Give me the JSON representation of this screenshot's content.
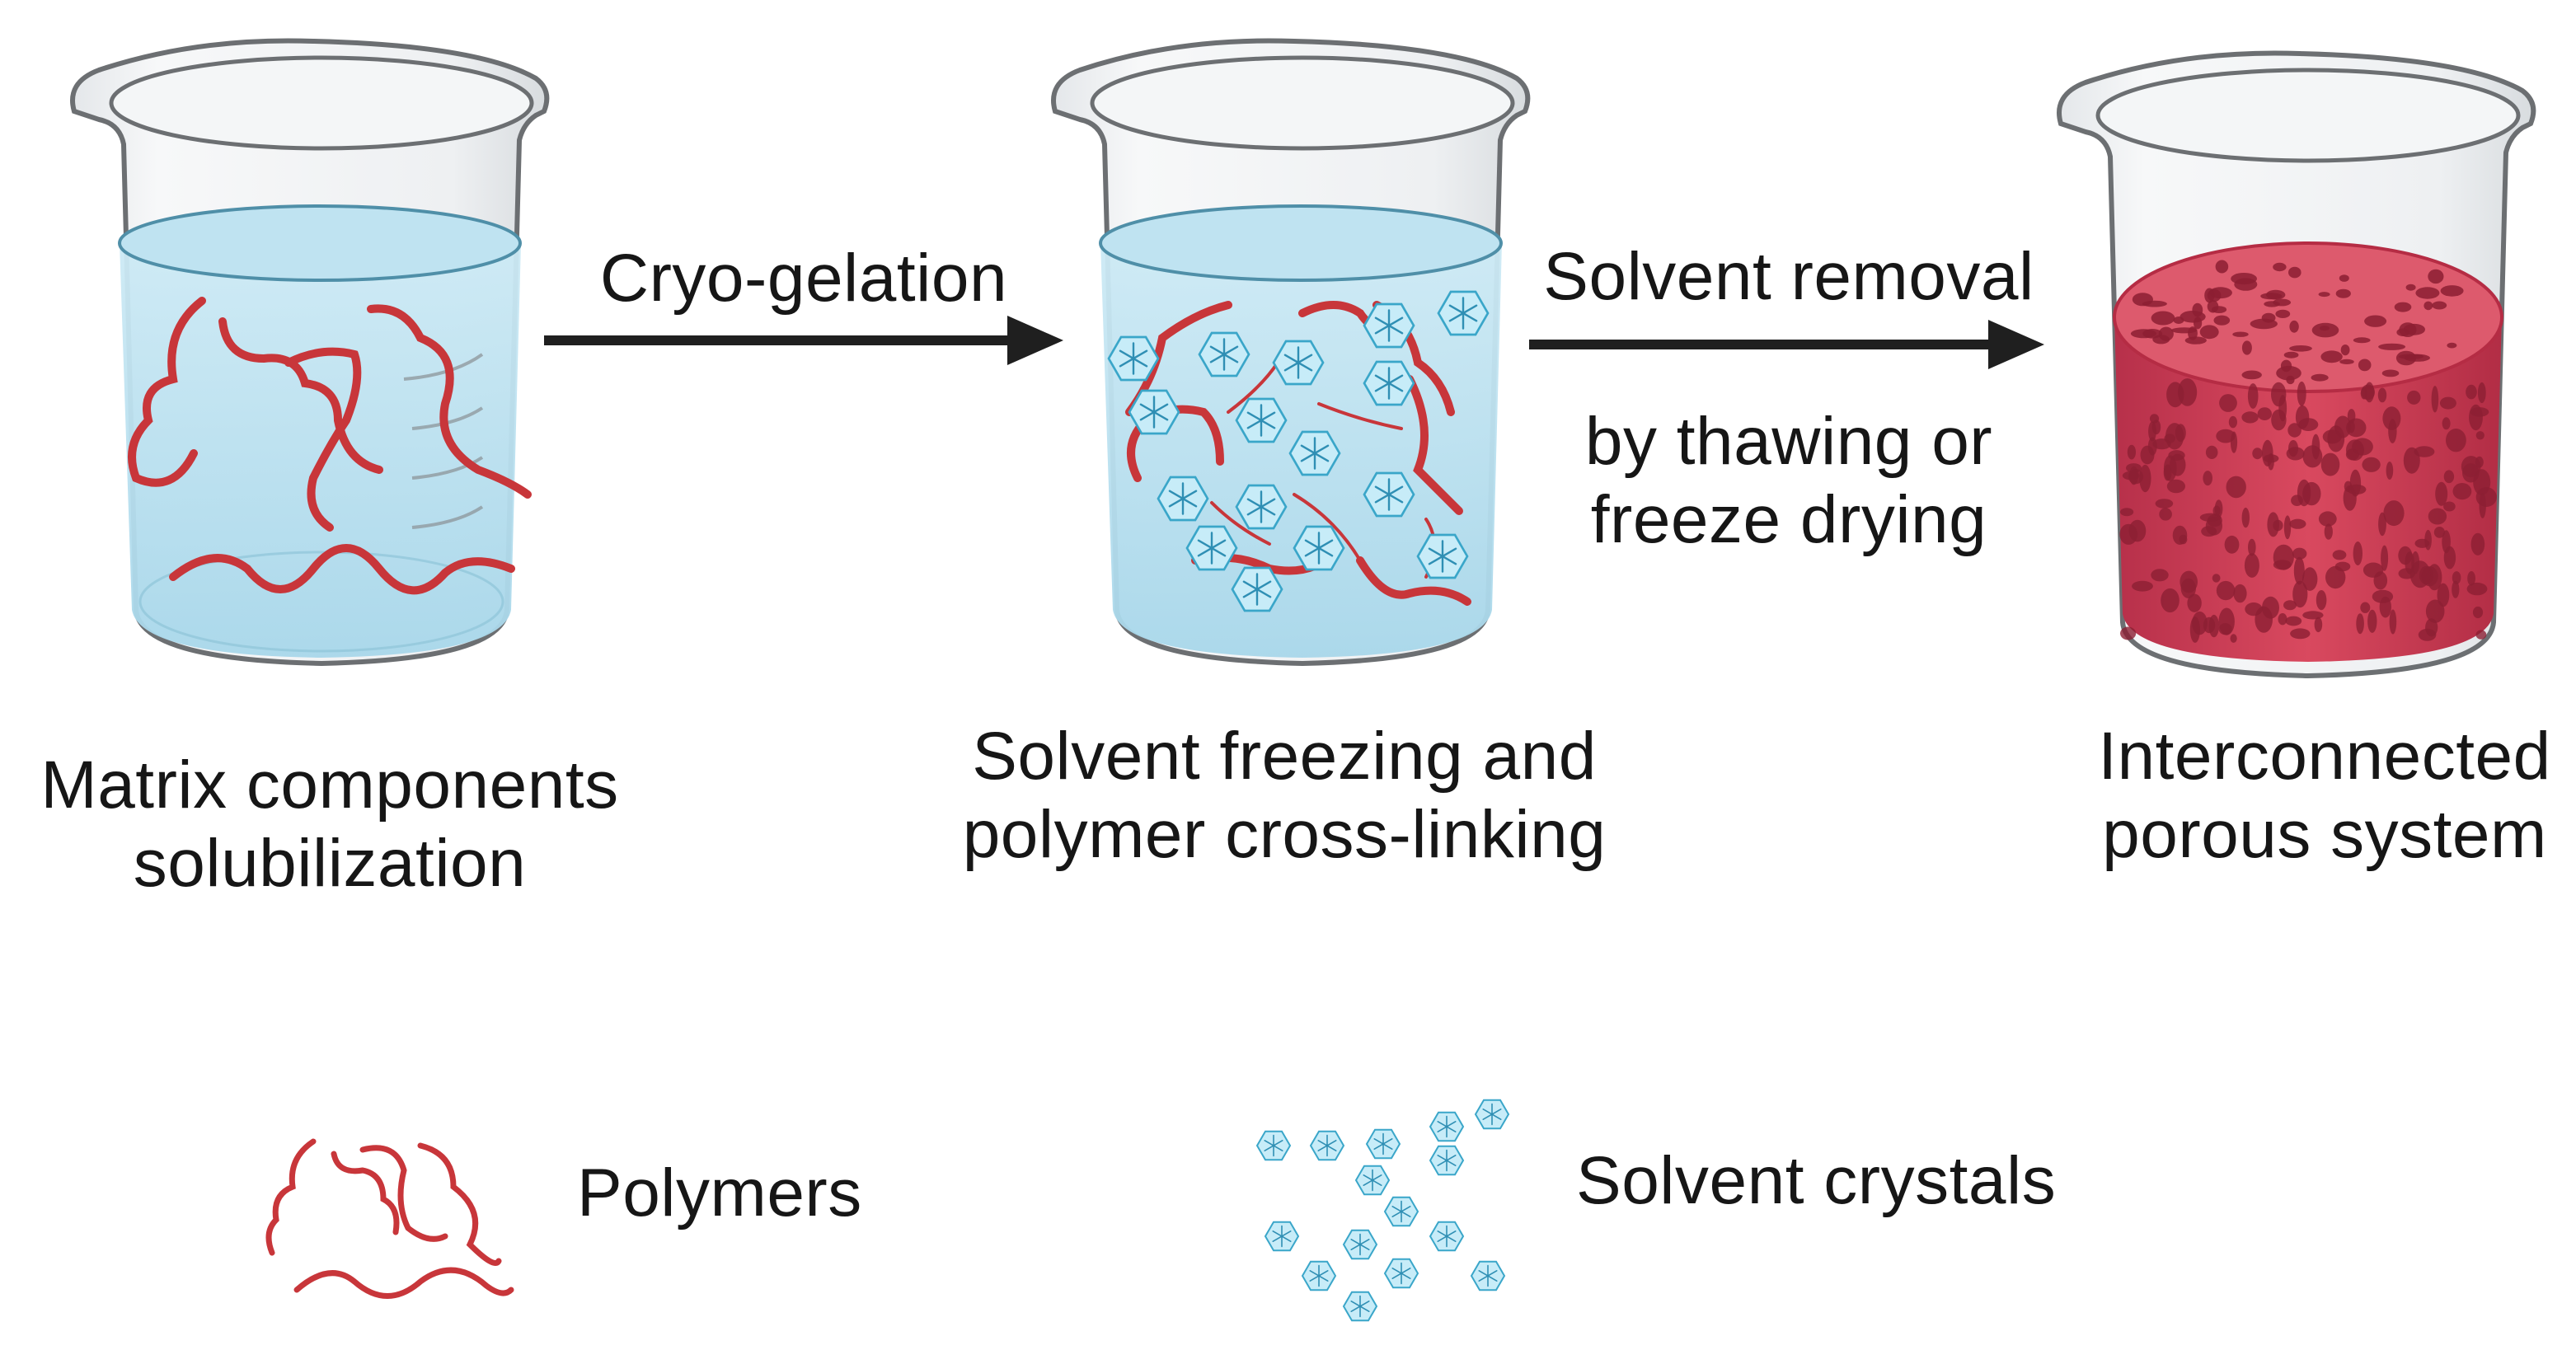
{
  "steps": [
    {
      "caption_lines": [
        "Matrix components",
        "solubilization"
      ]
    },
    {
      "caption_lines": [
        "Solvent freezing and",
        "polymer cross-linking"
      ]
    },
    {
      "caption_lines": [
        "Interconnected",
        "porous system"
      ]
    }
  ],
  "arrows": [
    {
      "label": "Cryo-gelation",
      "sublabel_lines": []
    },
    {
      "label": "Solvent removal",
      "sublabel_lines": [
        "by thawing or",
        "freeze drying"
      ]
    }
  ],
  "legend": [
    {
      "icon": "polymer-chains-icon",
      "label": "Polymers"
    },
    {
      "icon": "solvent-crystal-icon",
      "label": "Solvent crystals"
    }
  ],
  "colors": {
    "polymer": "#c8363a",
    "solution": "#bfe3f1",
    "solution_surface": "#a9d8ea",
    "crystal_fill": "#c7ecf8",
    "crystal_stroke": "#3aa6c9",
    "scaffold": "#d84a5f",
    "scaffold_dark": "#b92f47",
    "pore": "#8c1f33",
    "glass_stroke": "#6c6f72",
    "arrow": "#1f1f1f"
  }
}
